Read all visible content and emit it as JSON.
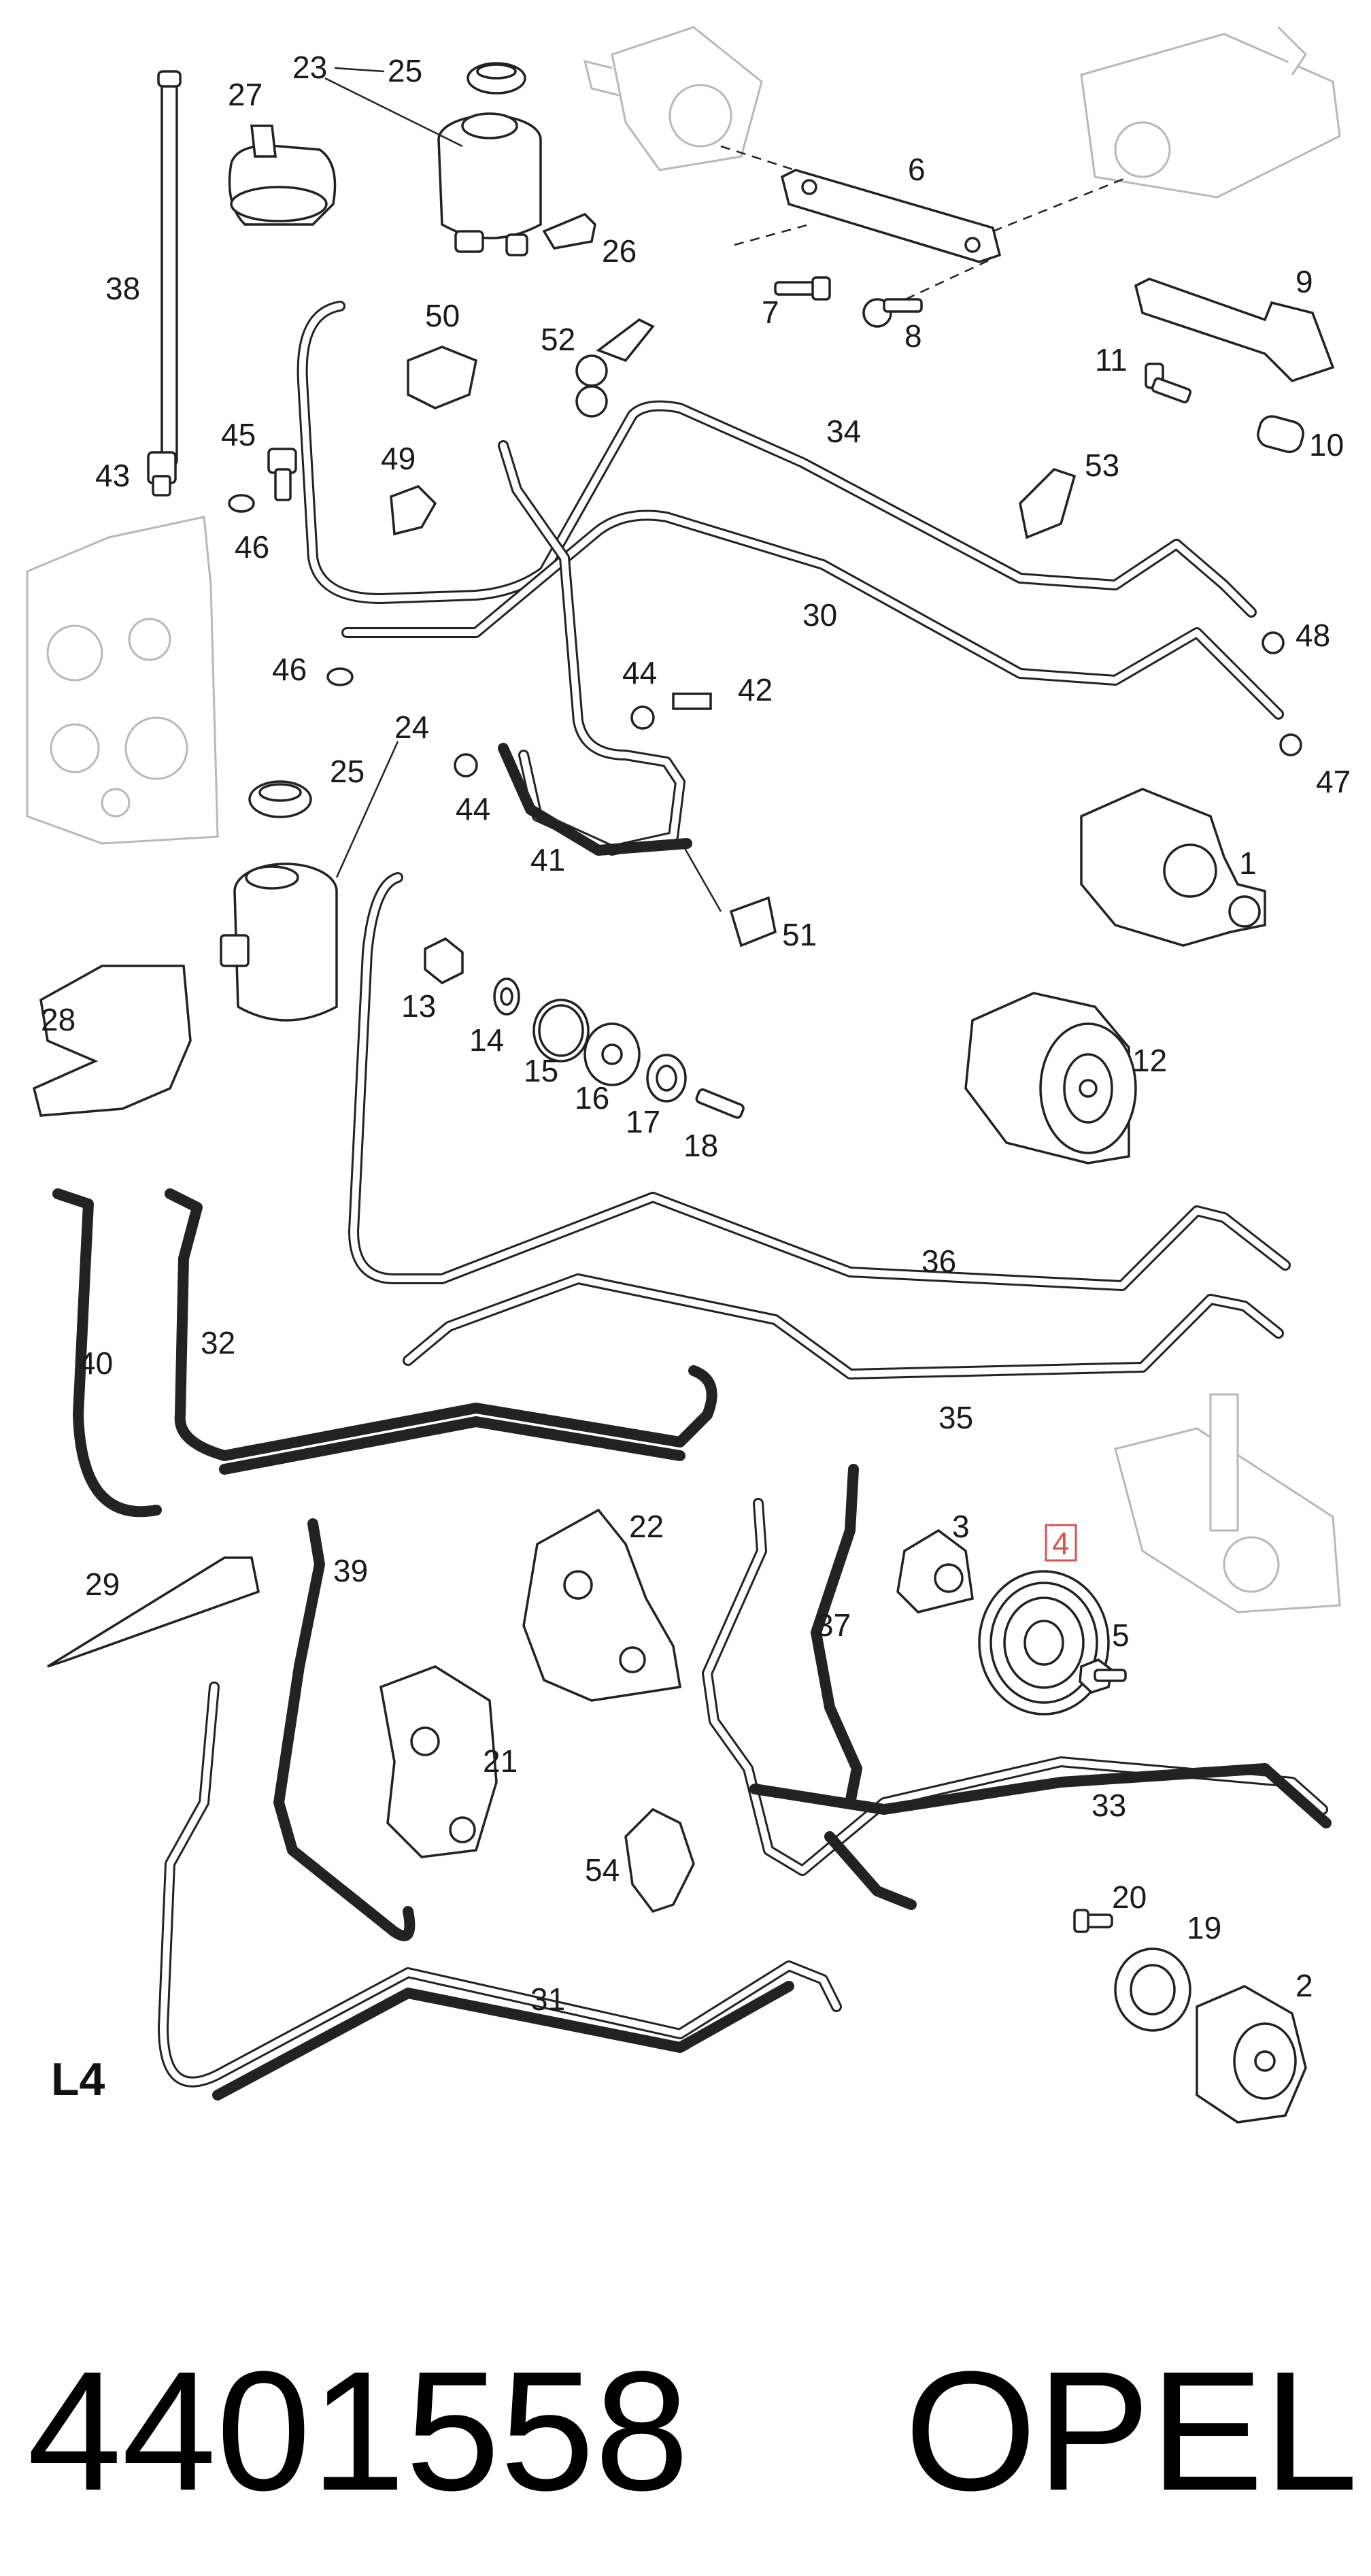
{
  "section_label": "L4",
  "footer": {
    "part_number": "4401558",
    "brand": "OPEL"
  },
  "highlighted_part": "4",
  "colors": {
    "line": "#222222",
    "ghost": "#b8b8b8",
    "highlight": "#d9534f"
  },
  "labels": {
    "p1": "1",
    "p2": "2",
    "p3": "3",
    "p4": "4",
    "p5": "5",
    "p6": "6",
    "p7": "7",
    "p8": "8",
    "p9": "9",
    "p10": "10",
    "p11": "11",
    "p12": "12",
    "p13": "13",
    "p14": "14",
    "p15": "15",
    "p16": "16",
    "p17": "17",
    "p18": "18",
    "p19": "19",
    "p20": "20",
    "p21": "21",
    "p22": "22",
    "p23": "23",
    "p24": "24",
    "p25a": "25",
    "p25b": "25",
    "p26": "26",
    "p27": "27",
    "p28": "28",
    "p29": "29",
    "p30": "30",
    "p31": "31",
    "p32": "32",
    "p33": "33",
    "p34": "34",
    "p35": "35",
    "p36": "36",
    "p37": "37",
    "p38": "38",
    "p39": "39",
    "p40": "40",
    "p41": "41",
    "p42": "42",
    "p43": "43",
    "p44a": "44",
    "p44b": "44",
    "p45": "45",
    "p46a": "46",
    "p46b": "46",
    "p47": "47",
    "p48": "48",
    "p49": "49",
    "p50": "50",
    "p51": "51",
    "p52": "52",
    "p53": "53",
    "p54": "54"
  }
}
